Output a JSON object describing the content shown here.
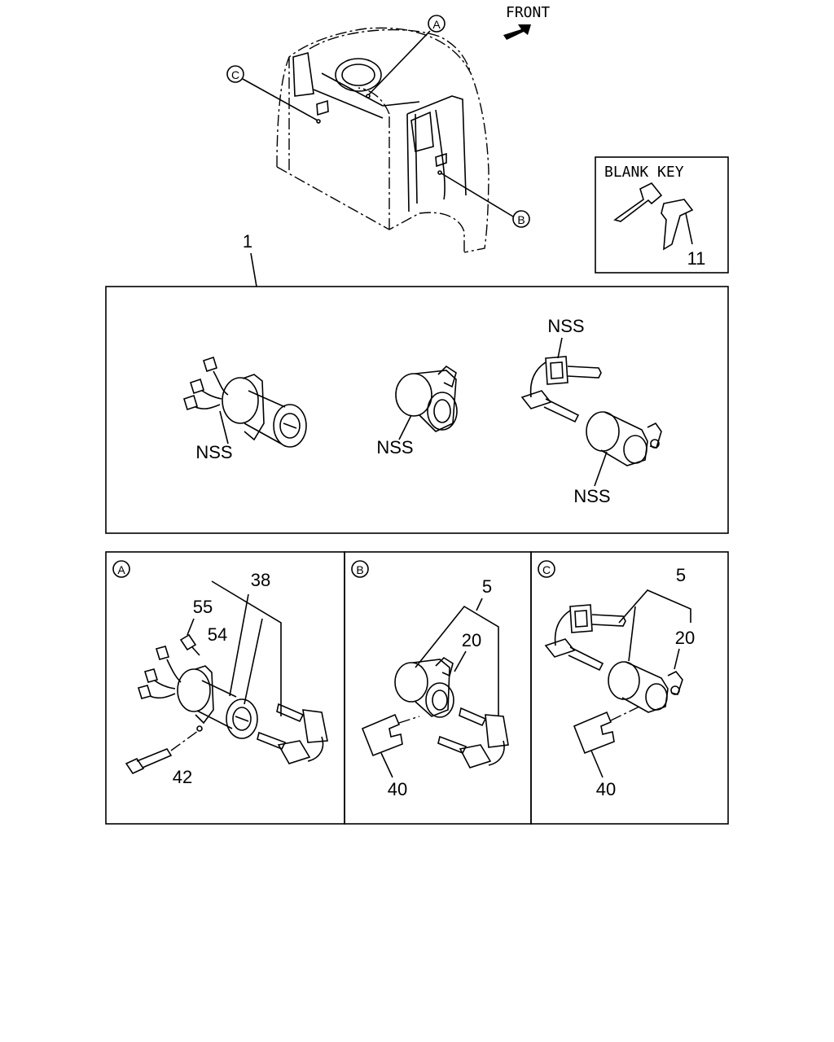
{
  "front_label": "FRONT",
  "blank_key_title": "BLANK KEY",
  "callouts": {
    "A": "A",
    "B": "B",
    "C": "C",
    "part_1": "1",
    "part_11": "11",
    "part_38": "38",
    "part_55": "55",
    "part_54": "54",
    "part_42": "42",
    "part_5_b": "5",
    "part_20_b": "20",
    "part_40_b": "40",
    "part_5_c": "5",
    "part_20_c": "20",
    "part_40_c": "40"
  },
  "nss": {
    "ignition": "NSS",
    "cylinder": "NSS",
    "keys": "NSS",
    "door": "NSS"
  }
}
